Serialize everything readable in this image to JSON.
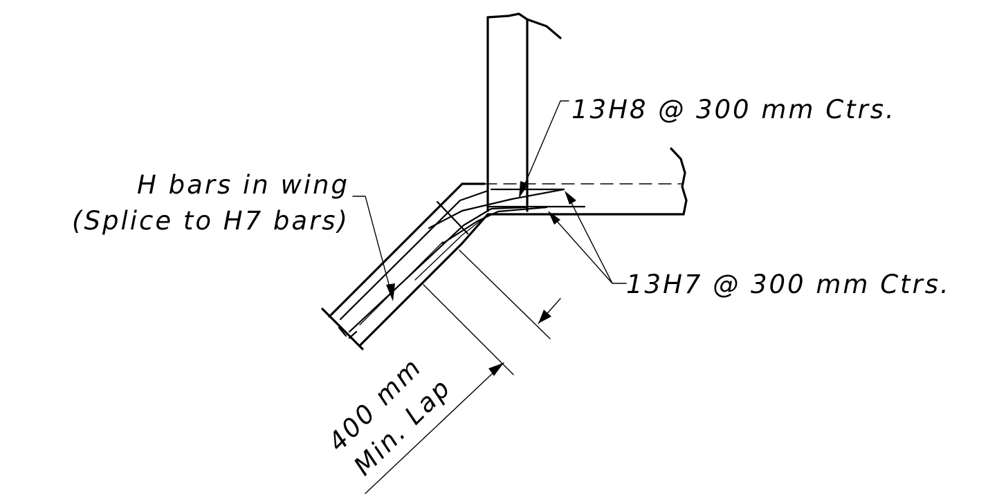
{
  "labels": {
    "h8_callout": "13H8 @ 300 mm Ctrs.",
    "h7_callout": "13H7 @ 300 mm Ctrs.",
    "wing_line1": "H bars in wing",
    "wing_line2": "(Splice to H7 bars)",
    "lap_line1": "400 mm",
    "lap_line2": "Min. Lap"
  }
}
